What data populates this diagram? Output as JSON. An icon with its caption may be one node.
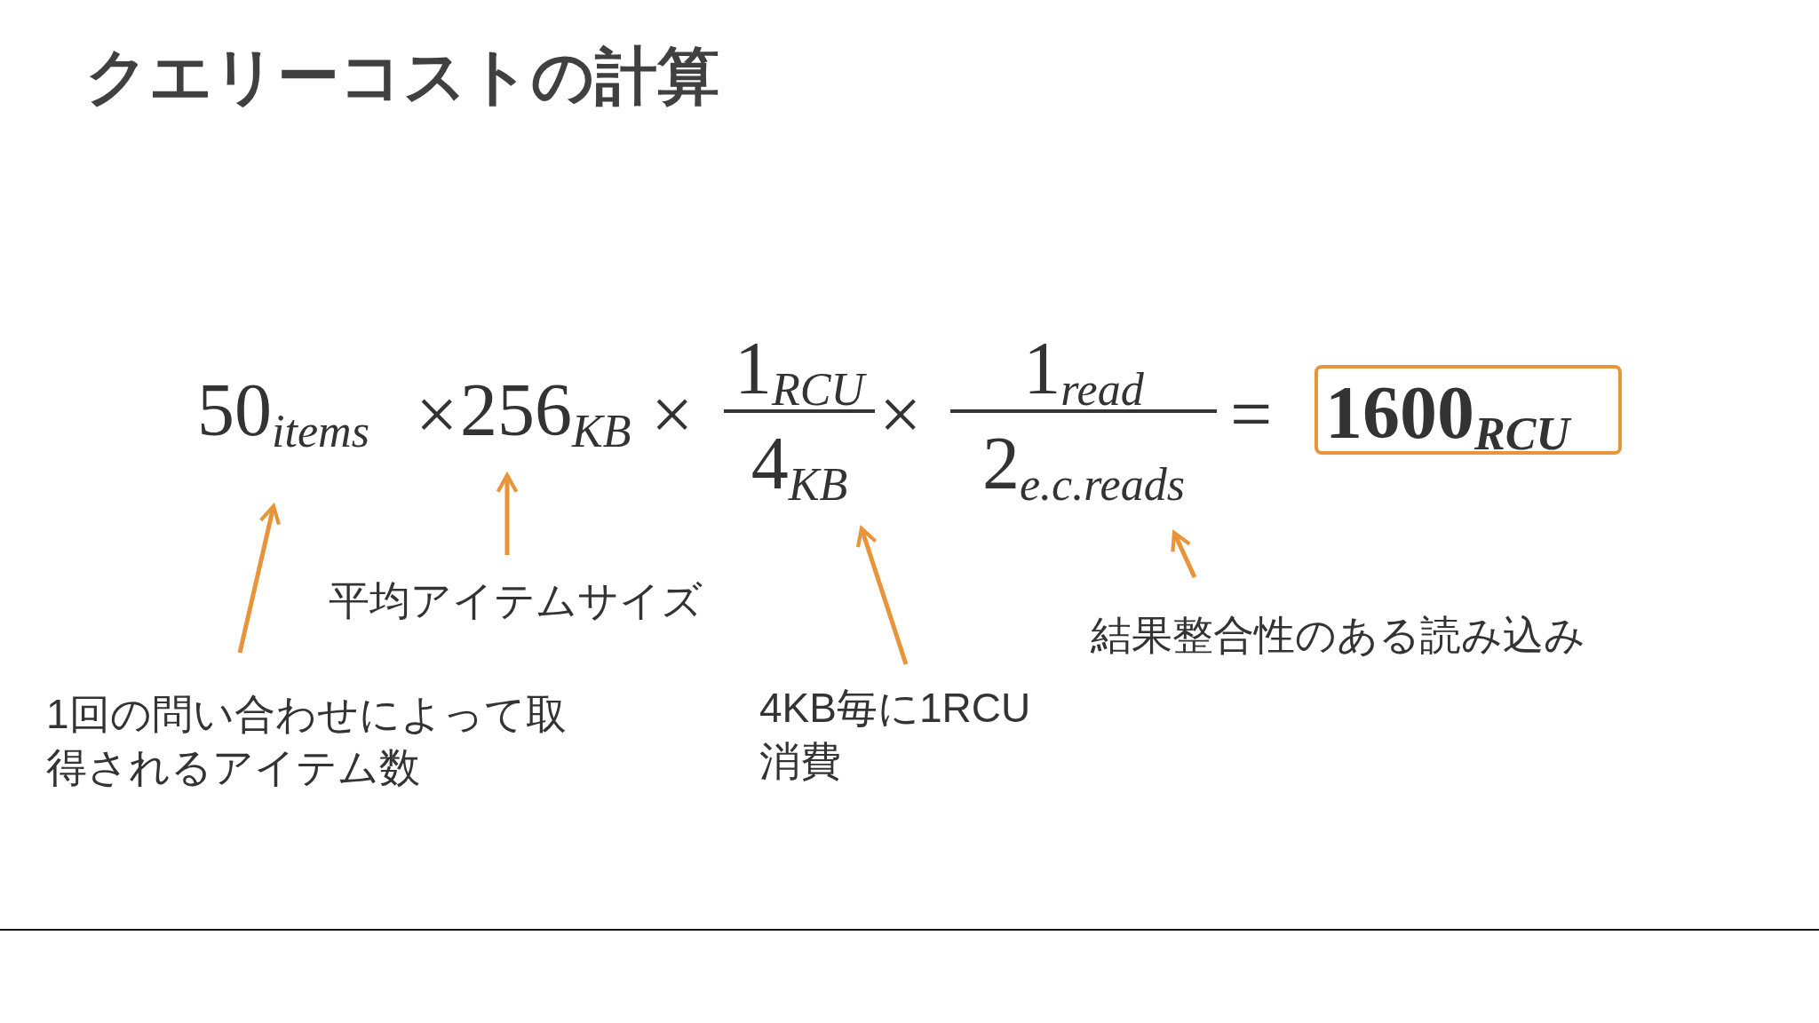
{
  "diagram": {
    "title": "クエリーコストの計算",
    "nodes": [
      {
        "text": [
          "50$_{items}$"
        ]
      },
      {
        "text": [
          "256$_{KB}$"
        ]
      },
      {
        "text": [
          "1$_{RCU}$",
          "4$_{KB}$"
        ]
      },
      {
        "text": [
          "1$_{read}$",
          "2$_{e.c.reads}$"
        ]
      },
      {
        "text": [
          "1600$_{RCU}$"
        ]
      },
      {
        "text": [
          "1回の問い合わせによって取得されるアイテム数"
        ]
      },
      {
        "text": [
          "平均アイテムサイズ"
        ]
      },
      {
        "text": [
          "4KB毎に1RCU消費"
        ]
      },
      {
        "text": [
          "結果整合性のある読み込み"
        ]
      }
    ],
    "edges": [
      {
        "from": 5,
        "to": 0,
        "arrow": "to"
      },
      {
        "from": 6,
        "to": 1,
        "arrow": "to"
      },
      {
        "from": 7,
        "to": 2,
        "arrow": "to"
      },
      {
        "from": 8,
        "to": 3,
        "arrow": "to"
      }
    ],
    "labels": [
      "×",
      "×",
      "×",
      "="
    ]
  }
}
